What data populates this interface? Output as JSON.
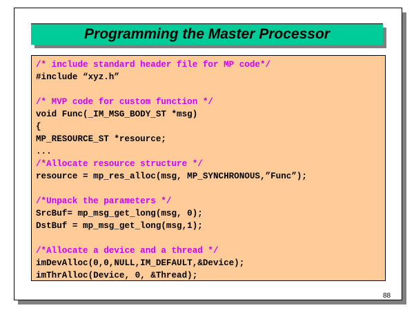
{
  "title": "Programming the Master Processor",
  "code_lines": [
    {
      "text": "/* include standard header file for MP code*/",
      "kind": "comment"
    },
    {
      "text": "#include “xyz.h”",
      "kind": "stmt"
    },
    {
      "text": "",
      "kind": "stmt"
    },
    {
      "text": "/* MVP code for custom function */",
      "kind": "comment"
    },
    {
      "text": "void Func(_IM_MSG_BODY_ST *msg)",
      "kind": "stmt"
    },
    {
      "text": "{",
      "kind": "stmt"
    },
    {
      "text": "MP_RESOURCE_ST *resource;",
      "kind": "stmt"
    },
    {
      "text": "...",
      "kind": "stmt"
    },
    {
      "text": "/*Allocate resource structure */",
      "kind": "comment"
    },
    {
      "text": "resource = mp_res_alloc(msg, MP_SYNCHRONOUS,”Func”);",
      "kind": "stmt"
    },
    {
      "text": "",
      "kind": "stmt"
    },
    {
      "text": "/*Unpack the parameters */",
      "kind": "comment"
    },
    {
      "text": "SrcBuf= mp_msg_get_long(msg, 0);",
      "kind": "stmt"
    },
    {
      "text": "DstBuf = mp_msg_get_long(msg,1);",
      "kind": "stmt"
    },
    {
      "text": "",
      "kind": "stmt"
    },
    {
      "text": "/*Allocate a device and a thread */",
      "kind": "comment"
    },
    {
      "text": "imDevAlloc(0,0,NULL,IM_DEFAULT,&Device);",
      "kind": "stmt"
    },
    {
      "text": "imThrAlloc(Device, 0, &Thread);",
      "kind": "stmt"
    }
  ],
  "page_number": "88",
  "colors": {
    "title_bg": "#00cc99",
    "code_bg": "#ffcc99",
    "comment": "#cc00ff"
  }
}
